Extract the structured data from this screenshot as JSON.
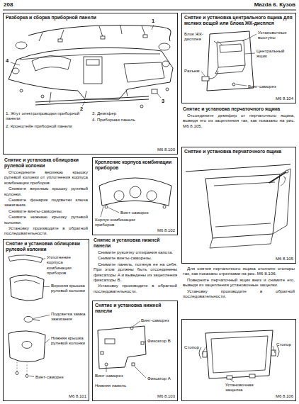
{
  "diagram": {
    "title": "Mazda 6. Кузов",
    "nodes": [
      {
        "text": [
          "Разборка и сборка приборной панели",
          "M6 8.100"
        ]
      },
      {
        "text": [
          "Снятие и установка центрального ящика для мелких вещей или блока ЖК-дисплея",
          "M6 8.104"
        ]
      },
      {
        "text": [
          "Снятие и установка перчаточного ящика",
          "M6 8.105"
        ]
      },
      {
        "text": [
          "Крепление корпуса комбинации приборов",
          "M6 8.102"
        ]
      },
      {
        "text": [
          "Снятие и установка облицовки рулевой колонки",
          "M6 8.101"
        ]
      },
      {
        "text": [
          "Снятие и установка нижней панели",
          "M6 8.103"
        ]
      },
      {
        "text": [
          "M6 8.106"
        ]
      }
    ],
    "edges": [],
    "labels": [
      "208",
      "4",
      "1",
      "2",
      "3",
      "1. Жгут электропроводки приборной панели",
      "2. Кронштейн приборной панели",
      "3. Демпфер",
      "4. Приборная панель",
      "Блок ЖК-дисплея",
      "Установочные выступы",
      "Центральный ящик",
      "Разъем",
      "Винт-саморез",
      "Снятие и установка перчаточного ящика",
      "Отсоедините демпфер от перчаточного ящика, выведя его из зацепления так, как показано на рис. M6 8.105.",
      "Для снятия перчаточного ящика отогните стопоры так, как показано стрелками на рис. M6 8.106.",
      "Поверните перчаточный ящик вниз и снимите его, выведя из зацепления установочные защелки.",
      "Установку производите в обратной последовательности.",
      "Снятие и установка облицовки рулевой колонки",
      "Отсоедините верхнюю крышку рулевой колонки от уплотнения корпуса комбинации приборов.",
      "Снимите верхнюю крышку рулевой колонки.",
      "Снимите фонарик подсветки ключа зажигания.",
      "Снимите винты-саморезы.",
      "Снимите нижнюю крышку рулевой колонки.",
      "Установку производите в обратной последовательности.",
      "Уплотнение корпуса комбинации приборов",
      "Верхняя крышка рулевой колонки",
      "Подсветка замка зажигания",
      "Нижняя крышка рулевой колонки",
      "Винт-саморез",
      "Винт-саморез",
      "Корпус комбинации приборов",
      "Снятие и установка нижней панели",
      "Снимите рукоятку отпирания капота.",
      "Снимите винты-саморезы.",
      "Снимите панель, потянув ее на себя. При этом должны быть отсоединены фиксаторы A и выведены из зацепления фиксаторы B.",
      "Установку производите в обратной последовательности.",
      "Винт-саморез",
      "Фиксатор B",
      "Винт-саморез",
      "Нижняя панель",
      "Фиксатор A",
      "Стопор",
      "Стопор",
      "Установочная защелка"
    ]
  }
}
